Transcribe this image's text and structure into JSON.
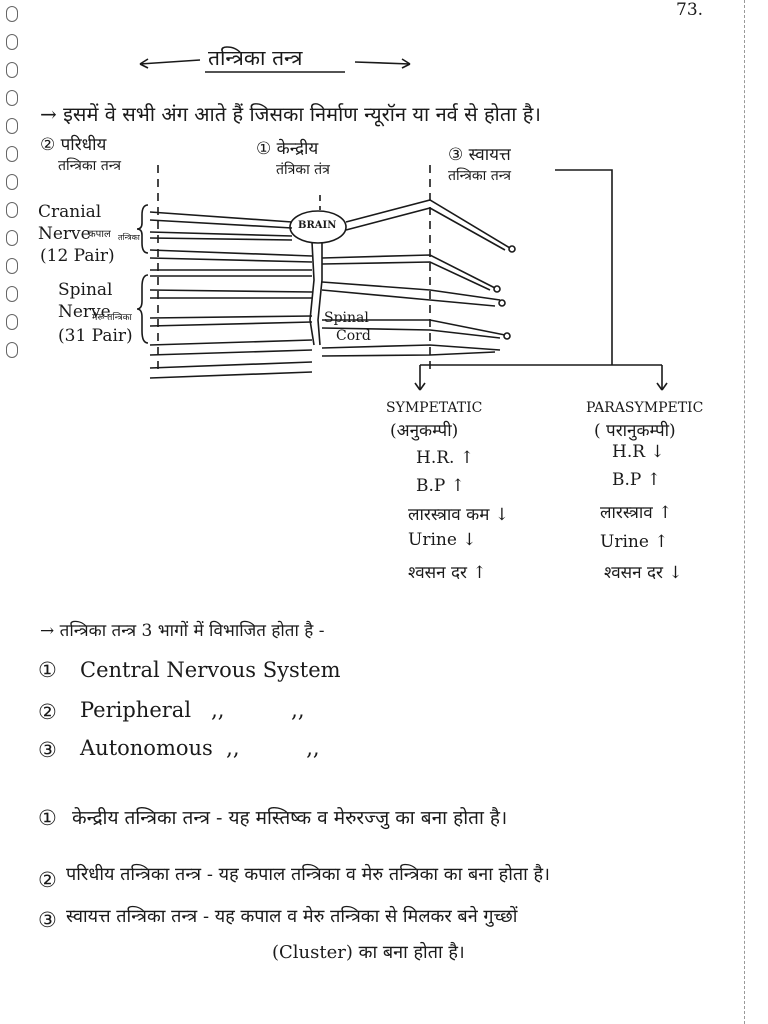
{
  "page_number": "73.",
  "title": "तन्त्रिका तन्त्र",
  "intro": "→ इसमें वे सभी अंग आते हैं जिसका निर्माण न्यूरॉन या नर्व से होता है।",
  "diagram": {
    "label_peripheral": [
      "② परिधीय",
      "तन्त्रिका तन्त्र"
    ],
    "label_central": [
      "① केन्द्रीय",
      "तंत्रिका तंत्र"
    ],
    "label_autonomic": [
      "③ स्वायत्त",
      "तन्त्रिका तन्त्र"
    ],
    "cranial": [
      "Cranial",
      "Nerve",
      "(12 Pair)"
    ],
    "cranial_hindi": [
      "कपाल",
      "तन्त्रिका"
    ],
    "spinal": [
      "Spinal",
      "Nerve",
      "(31 Pair)"
    ],
    "spinal_hindi": "मेरू तन्त्रिका",
    "brain": "BRAIN",
    "spinal_cord": [
      "Spinal",
      "Cord"
    ]
  },
  "sympathetic": {
    "title": "SYMPETATIC",
    "hindi": "(अनुकम्पी)",
    "items": [
      "H.R. ↑",
      "B.P ↑",
      "लारस्त्राव कम ↓",
      "Urine ↓",
      "श्वसन दर ↑"
    ]
  },
  "parasympathetic": {
    "title": "PARASYMPETIC",
    "hindi": "( परानुकम्पी)",
    "items": [
      "H.R ↓",
      "B.P ↑",
      "लारस्त्राव ↑",
      "Urine ↑",
      "श्वसन दर ↓"
    ]
  },
  "division_line": "→ तन्त्रिका तन्त्र 3 भागों में विभाजित होता है -",
  "divisions": [
    {
      "num": "①",
      "text": "Central Nervous System"
    },
    {
      "num": "②",
      "text": "Peripheral   ,,          ,,"
    },
    {
      "num": "③",
      "text": "Autonomous  ,,          ,,"
    }
  ],
  "definitions": [
    {
      "num": "①",
      "text": "केन्द्रीय तन्त्रिका तन्त्र -  यह मस्तिष्क व मेरुरज्जु का बना होता है।"
    },
    {
      "num": "②",
      "text": "परिधीय तन्त्रिका तन्त्र  -  यह कपाल तन्त्रिका व मेरु तन्त्रिका का बना होता है।"
    },
    {
      "num": "③",
      "text": "स्वायत्त तन्त्रिका तन्त्र  -  यह कपाल व मेरु तन्त्रिका से मिलकर बने गुच्छों"
    }
  ],
  "definition_cont": "(Cluster) का बना होता है।"
}
